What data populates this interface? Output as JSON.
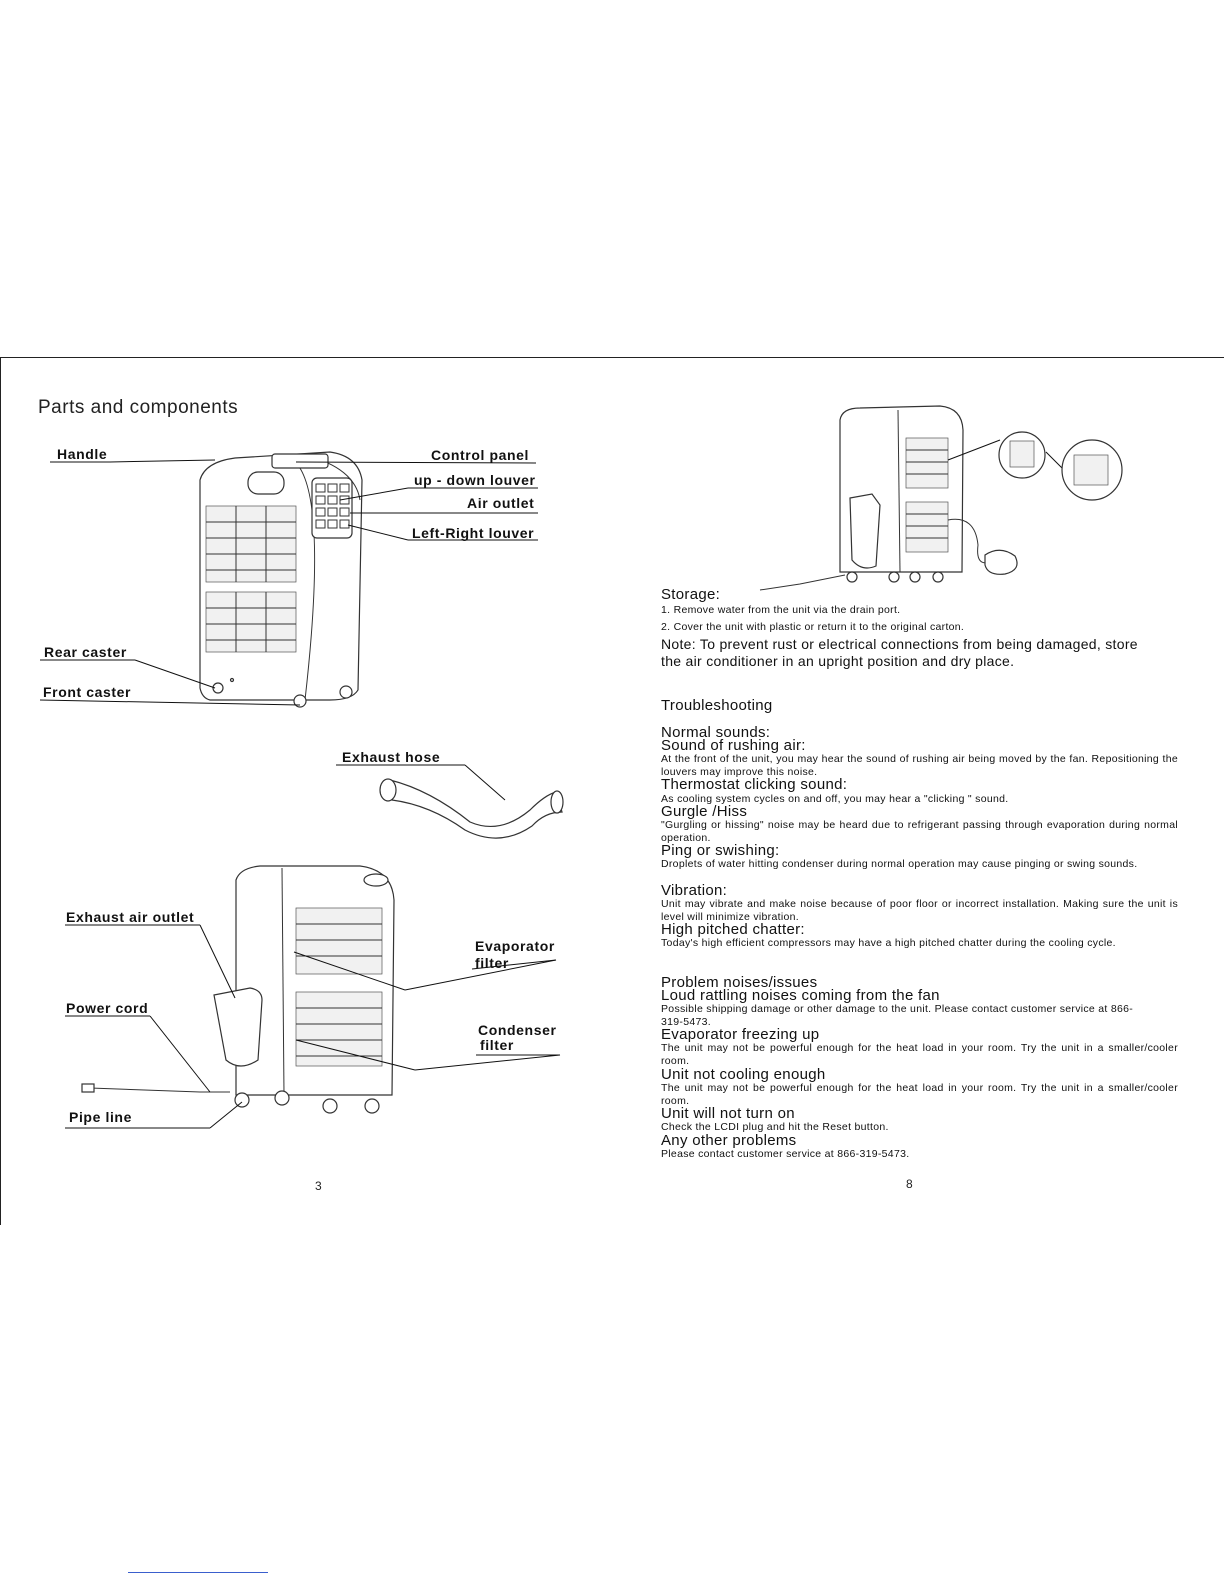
{
  "left_page": {
    "title": "Parts and components",
    "labels": {
      "handle": "Handle",
      "control_panel": "Control panel",
      "up_down_louver": "up - down louver",
      "air_outlet": "Air outlet",
      "left_right_louver": "Left-Right louver",
      "rear_caster": "Rear  caster",
      "front_caster": "Front  caster",
      "exhaust_hose": "Exhaust  hose",
      "exhaust_air_outlet": "Exhaust air outlet",
      "evaporator_filter_1": "Evaporator",
      "evaporator_filter_2": "filter",
      "power_cord": "Power cord",
      "condenser_filter_1": "Condenser",
      "condenser_filter_2": "filter",
      "pipe_line": "Pipe line"
    },
    "page_number": "3"
  },
  "right_page": {
    "storage": {
      "heading": "Storage:",
      "step1": "1. Remove water from the unit via the drain port.",
      "step2": "2. Cover the unit with plastic or return it to the original carton.",
      "note": "Note: To prevent rust or electrical connections from being damaged, store the air conditioner in an upright position and dry place."
    },
    "troubleshooting": {
      "heading": "Troubleshooting",
      "normal_sounds": "Normal sounds:",
      "rushing_air_h": "Sound of rushing air:",
      "rushing_air_p": "At the front of the unit, you may hear the sound of rushing air being moved by the fan. Repositioning the louvers may improve this noise.",
      "thermostat_h": "Thermostat clicking sound:",
      "thermostat_p": "As cooling system cycles on and off, you may hear a \"clicking \" sound.",
      "gurgle_h": "Gurgle /Hiss",
      "gurgle_p": "\"Gurgling or hissing\" noise may be heard due to refrigerant passing through evaporation during normal operation.",
      "ping_h": "Ping or swishing:",
      "ping_p": "Droplets of water hitting condenser during normal operation may cause pinging or swing sounds.",
      "vibration_h": "Vibration:",
      "vibration_p": "Unit may vibrate and make noise because of poor floor or incorrect installation. Making sure the unit is level will minimize vibration.",
      "chatter_h": "High pitched chatter:",
      "chatter_p": "Today's high efficient compressors may have a high pitched chatter during the cooling cycle.",
      "problems_h": "Problem noises/issues",
      "rattling_h": "Loud rattling noises coming from the fan",
      "rattling_p": "Possible shipping damage or other damage to the unit. Please contact customer service at 866-319-5473.",
      "freezing_h": "Evaporator freezing up",
      "freezing_p": "The unit may not be powerful enough for the heat load in your room. Try the unit in a smaller/cooler room.",
      "not_cooling_h": "Unit not cooling enough",
      "not_cooling_p": "The unit may not be powerful enough for the heat load in your room. Try the unit in a smaller/cooler room.",
      "not_on_h": "Unit will not turn on",
      "not_on_p": "Check the LCDI plug and hit the Reset button.",
      "other_h": "Any other problems",
      "other_p": "Please contact customer service at 866-319-5473."
    },
    "page_number": "8"
  }
}
